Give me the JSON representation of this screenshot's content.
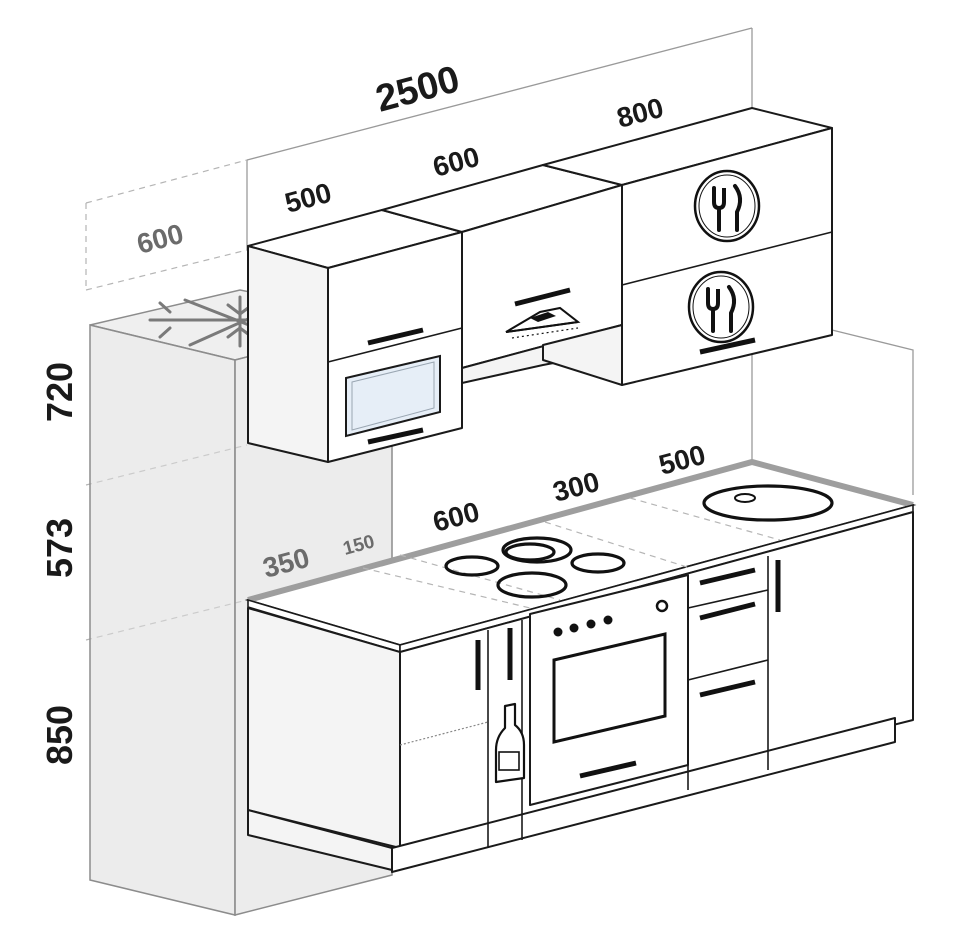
{
  "dimensions": {
    "total_width": "2500",
    "upper_left": "500",
    "upper_middle": "600",
    "upper_right": "800",
    "fridge_depth": "600",
    "height_upper": "720",
    "height_middle": "573",
    "height_lower": "850",
    "counter_left": "350",
    "counter_gap": "150",
    "counter_hob": "600",
    "counter_mid": "300",
    "counter_right": "500"
  },
  "icons": {
    "fridge": "snowflake-icon",
    "upper_right_top": "fork-knife-icon",
    "upper_right_bottom": "fork-knife-icon",
    "hood": "range-hood-icon",
    "bottle": "bottle-icon"
  },
  "colors": {
    "lines": "#1a1a1a",
    "fridge": "#dcdcdc",
    "counter_edge": "#9e9e9e",
    "microwave_glass": "#e6eef7"
  }
}
